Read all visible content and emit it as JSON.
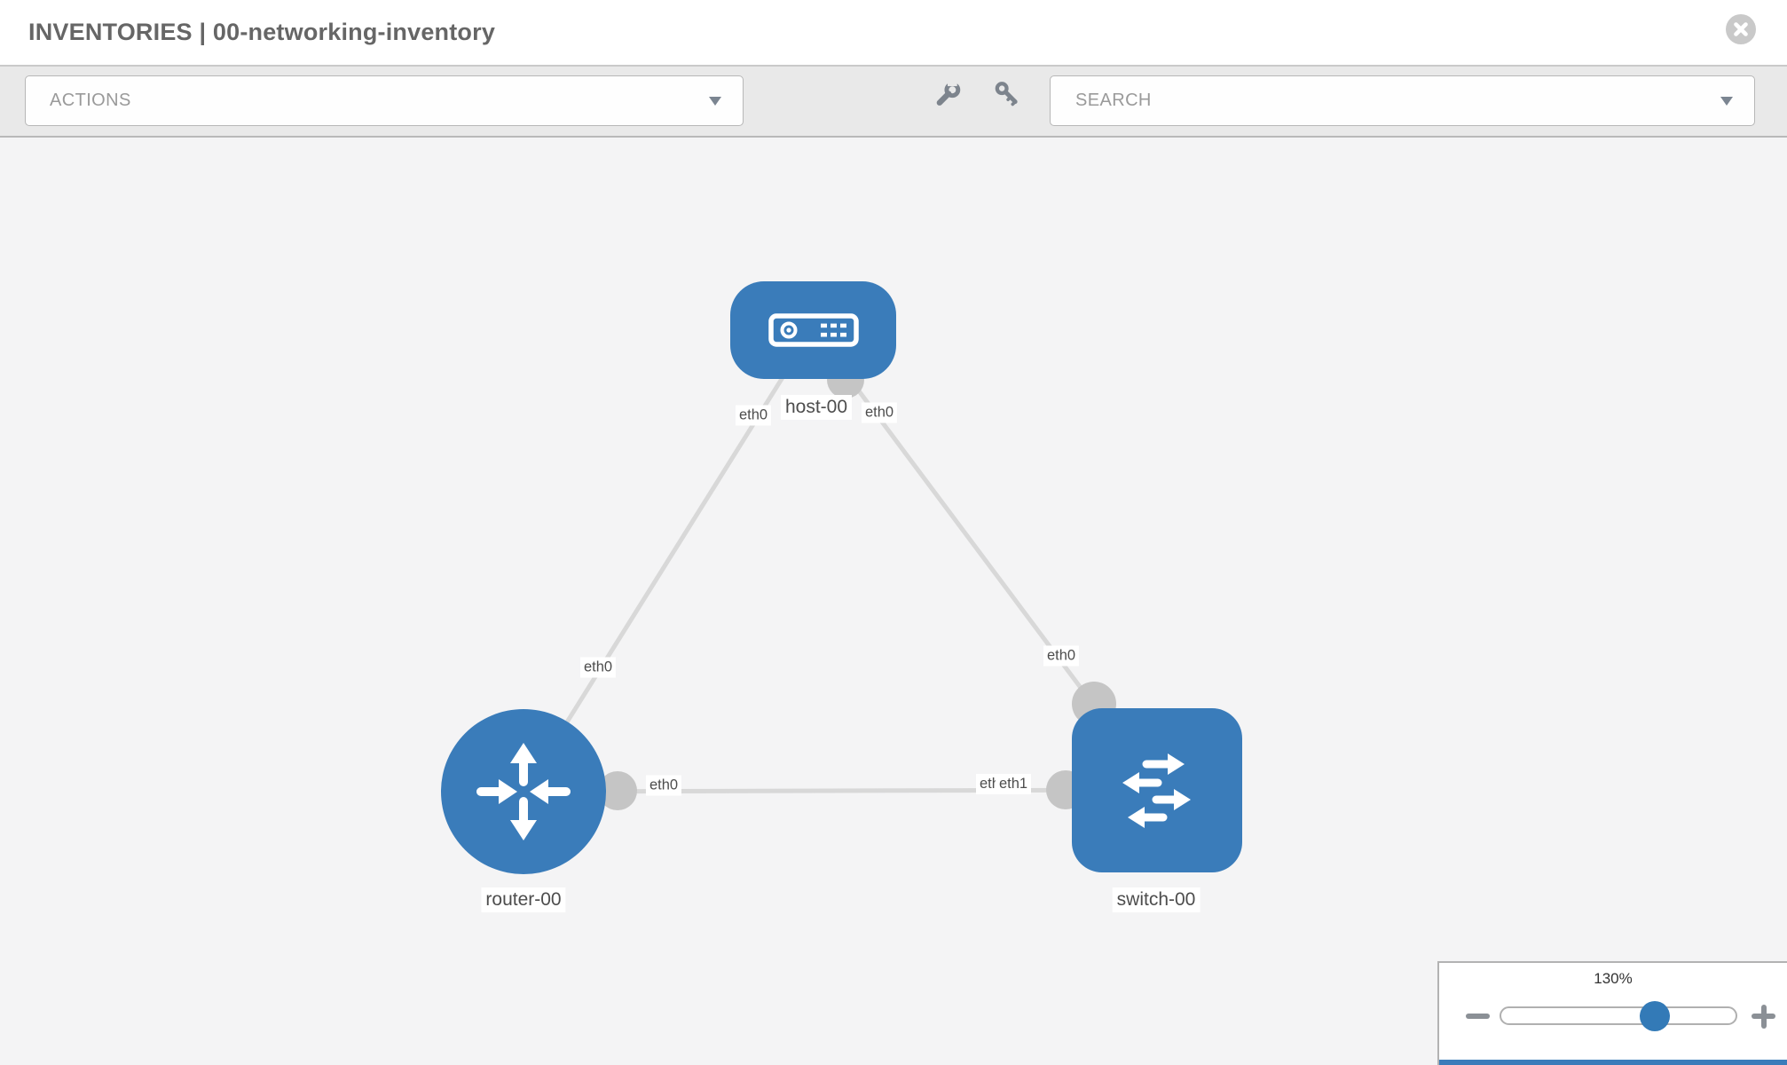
{
  "header": {
    "title": "INVENTORIES | 00-networking-inventory"
  },
  "toolbar": {
    "actions_label": "ACTIONS",
    "search_label": "SEARCH"
  },
  "diagram": {
    "nodes": [
      {
        "id": "host-00",
        "label": "host-00",
        "type": "host"
      },
      {
        "id": "router-00",
        "label": "router-00",
        "type": "router"
      },
      {
        "id": "switch-00",
        "label": "switch-00",
        "type": "switch"
      }
    ],
    "links": [
      {
        "from": "host-00",
        "to": "router-00",
        "from_interface": "eth0",
        "to_interface": "eth0"
      },
      {
        "from": "host-00",
        "to": "switch-00",
        "from_interface": "eth0",
        "to_interface": "eth0"
      },
      {
        "from": "router-00",
        "to": "switch-00",
        "from_interface": "eth0",
        "to_interface": "eth1",
        "to_interface_overlapped": "eth0"
      }
    ]
  },
  "zoom_control": {
    "value": "130%"
  },
  "colors": {
    "node_blue": "#3a7cba",
    "slider_knob_blue": "#337ab7",
    "link_gray": "#d8d8d8",
    "port_gray": "#c5c5c5",
    "toolbar_bg": "#e9e9e9",
    "canvas_bg": "#f4f4f5"
  }
}
